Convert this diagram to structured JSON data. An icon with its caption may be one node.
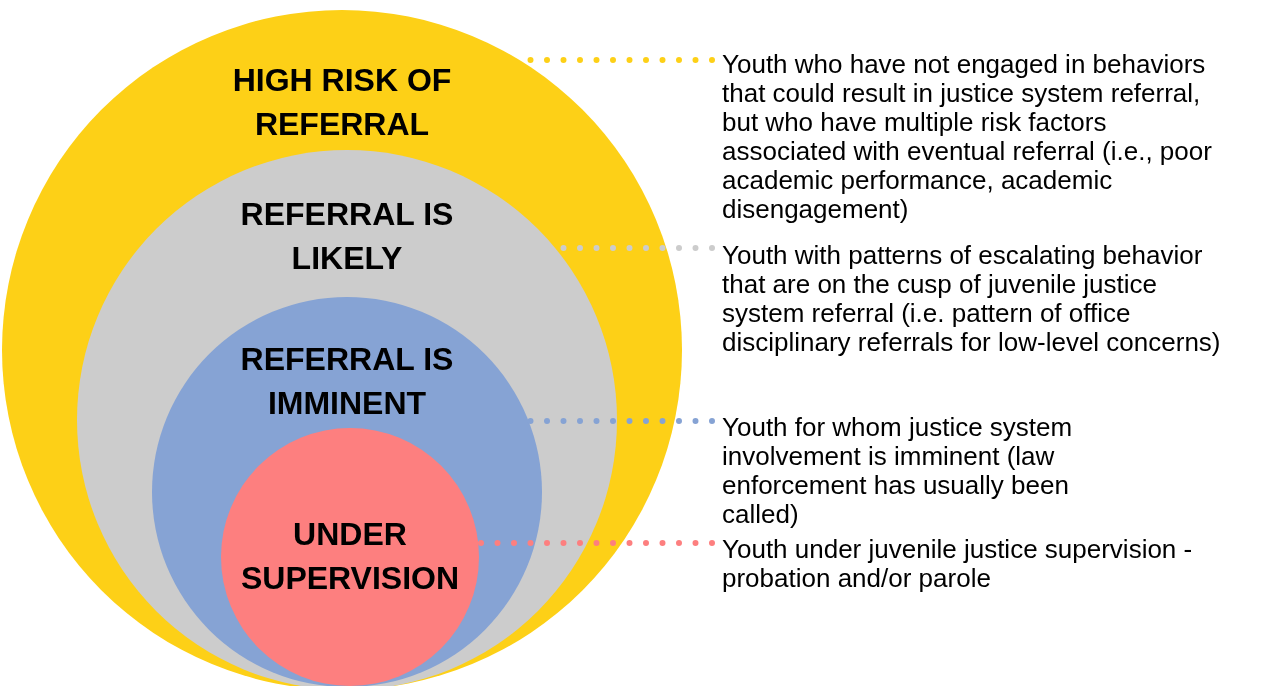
{
  "diagram": {
    "nodes": [
      {
        "text": [
          "HIGH RISK OF REFERRAL"
        ]
      },
      {
        "text": [
          "REFERRAL IS LIKELY"
        ],
        "in": 0
      },
      {
        "text": [
          "REFERRAL IS IMMINENT"
        ],
        "in": 1
      },
      {
        "text": [
          "UNDER SUPERVISION"
        ],
        "in": 2
      },
      {
        "text": [
          "Youth who have not engaged in behaviors that could result in justice system referral, but who have multiple risk factors associated with eventual referral (i.e., poor academic performance, academic disengagement)"
        ]
      },
      {
        "text": [
          "Youth with patterns of escalating behavior that are on the cusp of juvenile justice system referral (i.e. pattern of office disciplinary referrals for low-level concerns)"
        ]
      },
      {
        "text": [
          "Youth for whom justice system involvement is imminent (law enforcement has usually been called)"
        ]
      },
      {
        "text": [
          "Youth under juvenile justice supervision - probation and/or parole"
        ]
      }
    ],
    "edges": [
      {
        "from": 4,
        "to": 0,
        "arrow": "none",
        "color": "#fdd017"
      },
      {
        "from": 5,
        "to": 1,
        "arrow": "none",
        "color": "#cccccc"
      },
      {
        "from": 6,
        "to": 2,
        "arrow": "none",
        "color": "#86a3d4"
      },
      {
        "from": 7,
        "to": 3,
        "arrow": "none",
        "color": "#fd7f7f"
      }
    ]
  }
}
